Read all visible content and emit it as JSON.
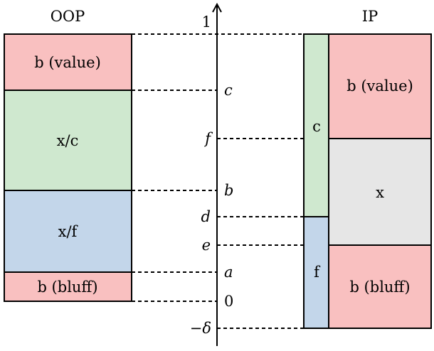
{
  "oop": {
    "title": "OOP",
    "segments": [
      {
        "label": "b (value)",
        "color": "#f9c0c0"
      },
      {
        "label": "x/c",
        "color": "#cfe8cf"
      },
      {
        "label": "x/f",
        "color": "#c3d6ea"
      },
      {
        "label": "b (bluff)",
        "color": "#f9c0c0"
      }
    ]
  },
  "ip": {
    "title": "IP",
    "narrow": [
      {
        "label": "c",
        "color": "#cfe8cf"
      },
      {
        "label": "f",
        "color": "#c3d6ea"
      }
    ],
    "wide": [
      {
        "label": "b (value)",
        "color": "#f9c0c0"
      },
      {
        "label": "x",
        "color": "#e6e6e6"
      },
      {
        "label": "b (bluff)",
        "color": "#f9c0c0"
      }
    ]
  },
  "axis": {
    "ticks": {
      "one": "1",
      "c": "c",
      "f": "f",
      "b": "b",
      "d": "d",
      "e": "e",
      "a": "a",
      "zero": "0",
      "neg_delta": "−δ"
    }
  }
}
